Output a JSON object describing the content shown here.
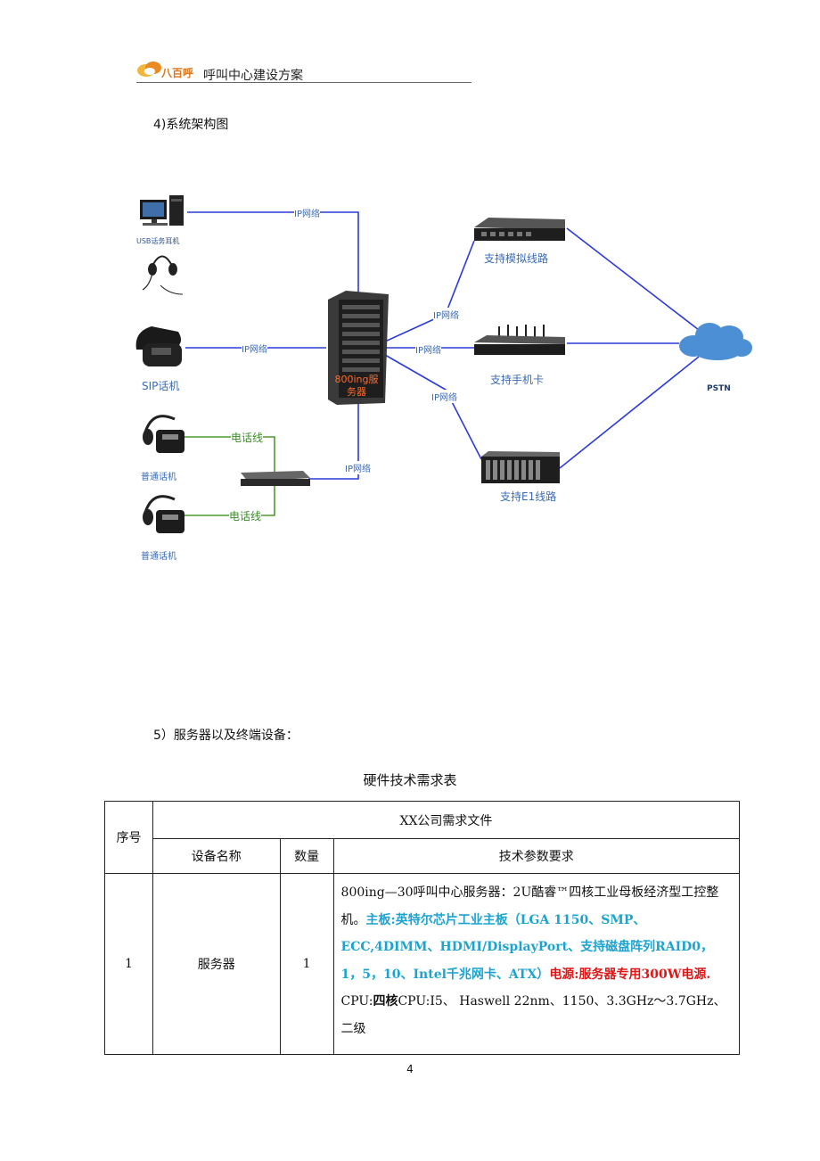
{
  "header": {
    "logo_text": "八百呼",
    "title": "呼叫中心建设方案"
  },
  "section4": {
    "heading": "4)系统架构图"
  },
  "diagram": {
    "usb_headset_label": "USB话务耳机",
    "sip_phone_label": "SIP话机",
    "phone1_label": "普通话机",
    "phone2_label": "普通话机",
    "ip_link_top": "IP网络",
    "ip_link_sip": "IP网络",
    "ip_link_switch": "IP网络",
    "ip_link_gw1": "IP网络",
    "ip_link_gw2": "IP网络",
    "ip_link_gw3": "IP网络",
    "tel_line_1": "电话线",
    "tel_line_2": "电话线",
    "server_label_line1": "800ing服",
    "server_label_line2": "务器",
    "gateway_analog": "支持模拟线路",
    "gateway_mobile": "支持手机卡",
    "gateway_e1": "支持E1线路",
    "pstn": "PSTN",
    "colors": {
      "network": "#2b3bd9",
      "phone_line": "#3c8a28",
      "label": "#3b6bb5",
      "server_label": "#ff6a2a"
    }
  },
  "section5": {
    "heading": "5）服务器以及终端设备："
  },
  "table": {
    "caption": "硬件技术需求表",
    "col_seq": "序号",
    "group_header": "XX公司需求文件",
    "col_name": "设备名称",
    "col_qty": "数量",
    "col_tech": "技术参数要求",
    "row1": {
      "seq": "1",
      "name": "服务器",
      "qty": "1",
      "tech_black_1": "800ing—30呼叫中心服务器：2U酷睿™四核工业母板经济型工控整机。",
      "tech_blue": "主板:英特尔芯片工业主板（LGA 1150、SMP、ECC,4DIMM、HDMI/DisplayPort、支持磁盘阵列RAID0，1，5，10、Intel千兆网卡、ATX）",
      "tech_red": "电源:服务器专用300W电源.",
      "tech_black_2": " CPU:",
      "tech_bold": "四核",
      "tech_black_3": "CPU:I5、 Haswell 22nm、1150、3.3GHz～3.7GHz、二级"
    }
  },
  "page_number": "4"
}
